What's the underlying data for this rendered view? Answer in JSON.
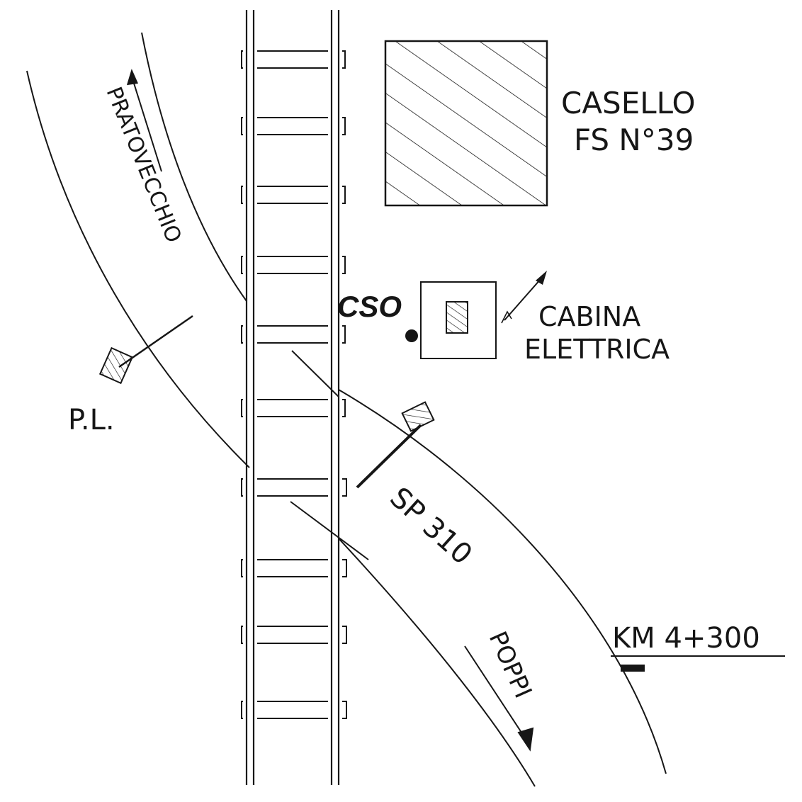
{
  "labels": {
    "casello_line1": "CASELLO",
    "casello_line2": "FS N°39",
    "cso": "CSO",
    "cabina_line1": "CABINA",
    "cabina_line2": "ELETTRICA",
    "pratovecchio": "PRATOVECCHIO",
    "pl": "P.L.",
    "sp": "SP 310",
    "poppi": "POPPI",
    "km": "KM 4+300"
  },
  "colors": {
    "ink": "#161616",
    "paper": "#ffffff"
  }
}
